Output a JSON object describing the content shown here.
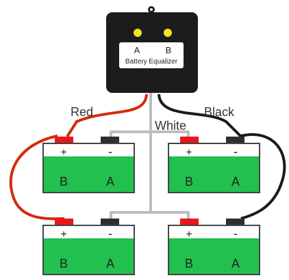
{
  "device": {
    "label_a": "A",
    "label_b": "B",
    "name": "Battery Equalizer",
    "led_color": "#f2e61a"
  },
  "wires": {
    "red_label": "Red",
    "white_label": "White",
    "black_label": "Black",
    "red_color": "#d42a0c",
    "white_color": "#bdbdbd",
    "black_color": "#1a1a1a"
  },
  "batteries": [
    {
      "plus": "+",
      "minus": "-",
      "left": "B",
      "right": "A"
    },
    {
      "plus": "+",
      "minus": "-",
      "left": "B",
      "right": "A"
    },
    {
      "plus": "+",
      "minus": "-",
      "left": "B",
      "right": "A"
    },
    {
      "plus": "+",
      "minus": "-",
      "left": "B",
      "right": "A"
    }
  ],
  "colors": {
    "battery_fill": "#22c04e",
    "terminal_pos": "#e8161d",
    "terminal_neg": "#2e2e2e",
    "device_body": "#1c1c1c"
  }
}
